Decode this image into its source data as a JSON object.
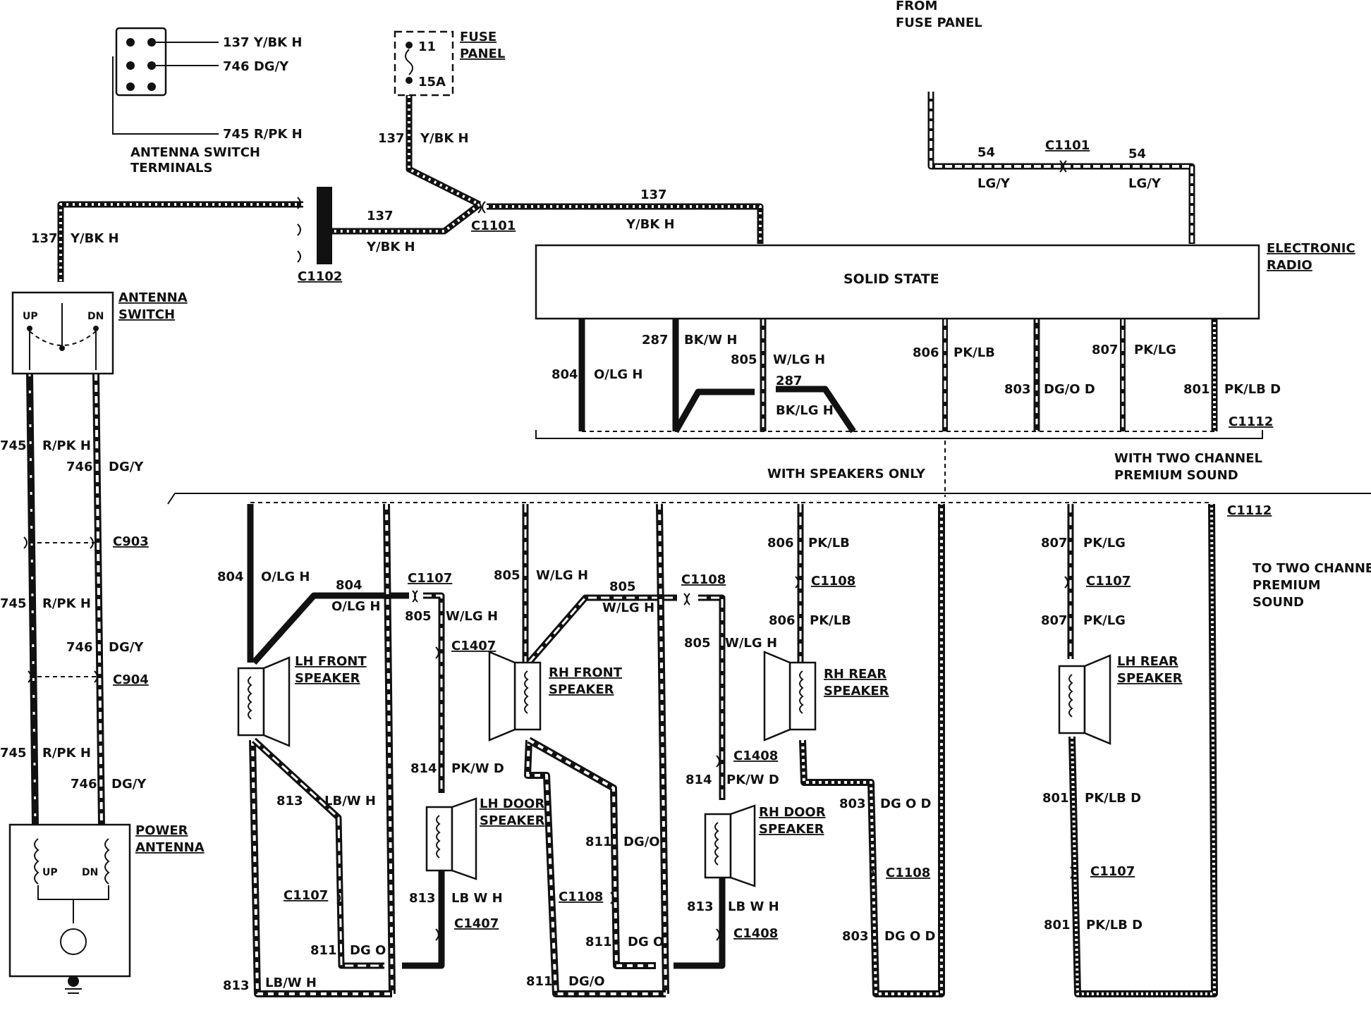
{
  "labels": {
    "from_fuse_panel_1": "FROM",
    "from_fuse_panel_2": "FUSE PANEL",
    "fuse_panel_1": "FUSE",
    "fuse_panel_2": "PANEL",
    "fuse_number": "11",
    "fuse_rating": "15A",
    "term_137": "137 Y/BK H",
    "term_746": "746 DG/Y",
    "term_745": "745 R/PK H",
    "antenna_switch_terminals_1": "ANTENNA SWITCH",
    "antenna_switch_terminals_2": "TERMINALS",
    "antenna_switch_1": "ANTENNA",
    "antenna_switch_2": "SWITCH",
    "up": "UP",
    "dn": "DN",
    "electronic_radio_1": "ELECTRONIC",
    "electronic_radio_2": "RADIO",
    "solid_state": "SOLID STATE",
    "with_speakers_only": "WITH SPEAKERS ONLY",
    "with_two_channel_1": "WITH TWO CHANNEL",
    "with_two_channel_2": "PREMIUM SOUND",
    "to_two_channel_1": "TO TWO CHANNEL",
    "to_two_channel_2": "PREMIUM",
    "to_two_channel_3": "SOUND",
    "power_antenna_1": "POWER",
    "power_antenna_2": "ANTENNA",
    "lh_front_1": "LH FRONT",
    "lh_front_2": "SPEAKER",
    "rh_front_1": "RH FRONT",
    "rh_front_2": "SPEAKER",
    "rh_rear_1": "RH REAR",
    "rh_rear_2": "SPEAKER",
    "lh_rear_1": "LH REAR",
    "lh_rear_2": "SPEAKER",
    "lh_door_1": "LH DOOR",
    "lh_door_2": "SPEAKER",
    "rh_door_1": "RH DOOR",
    "rh_door_2": "SPEAKER"
  },
  "connectors": {
    "c1101": "C1101",
    "c1102": "C1102",
    "c903": "C903",
    "c904": "C904",
    "c1112": "C1112",
    "c1107": "C1107",
    "c1108": "C1108",
    "c1407": "C1407",
    "c1408": "C1408"
  },
  "circuits": {
    "n137": "137",
    "yb": "Y/BK H",
    "n54": "54",
    "lgy": "LG/Y",
    "n745": "745",
    "rpk": "R/PK H",
    "n746": "746",
    "dgy": "DG/Y",
    "n804": "804",
    "olg": "O/LG H",
    "n287": "287",
    "bkwh": "BK/W H",
    "bklgh": "BK/LG H",
    "n805": "805",
    "wlg": "W/LG H",
    "n806": "806",
    "pklb": "PK/LB",
    "n803": "803",
    "dgod": "DG/O D",
    "dgod2": "DG O D",
    "n807": "807",
    "pklg": "PK/LG",
    "n801": "801",
    "pklbd": "PK/LB D",
    "n813": "813",
    "lbwh": "LB/W H",
    "lbwh2": "LB W H",
    "n811": "811",
    "dgo": "DG O",
    "dgo2": "DG/O",
    "n814": "814",
    "pkwd": "PK/W D"
  }
}
